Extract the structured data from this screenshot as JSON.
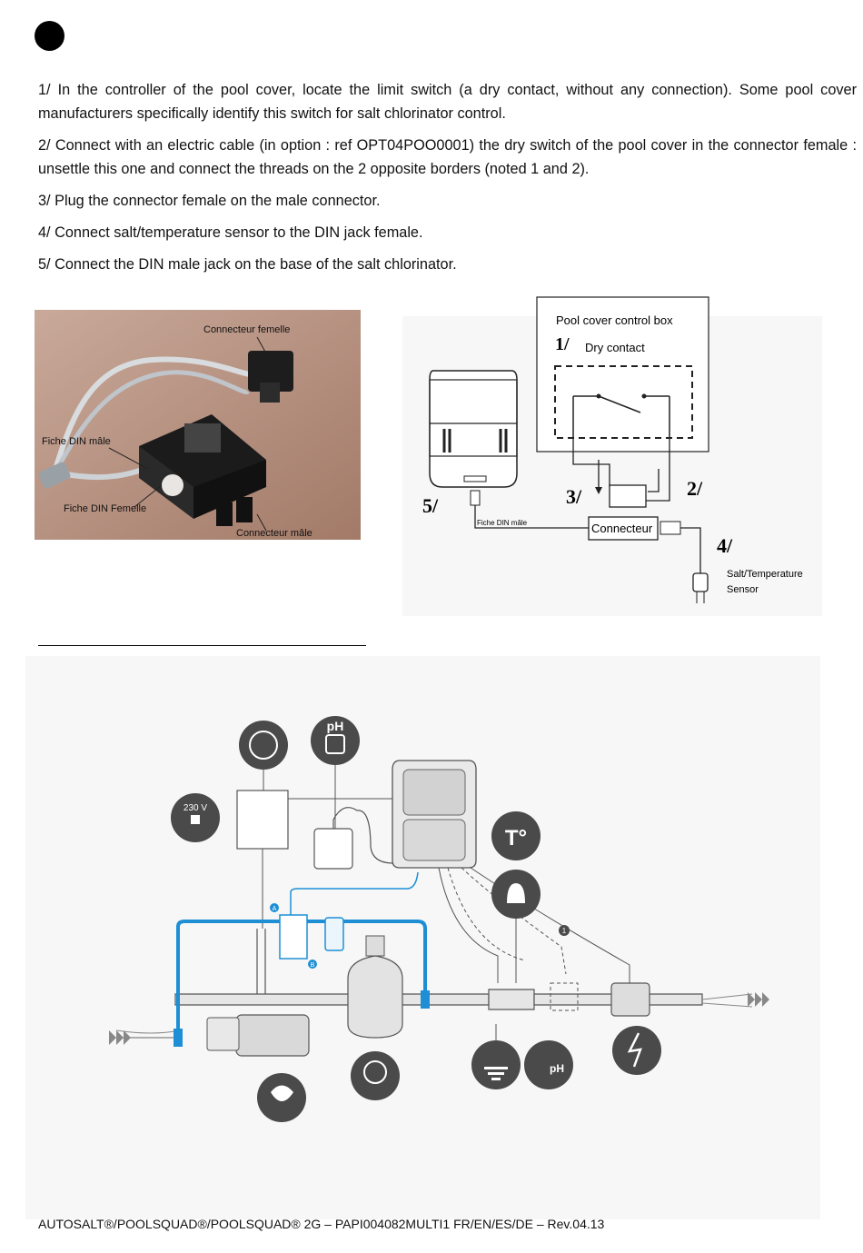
{
  "steps": [
    "1/ In the controller of the pool cover, locate the limit switch (a dry contact, without any connection). Some pool cover manufacturers specifically identify this switch for salt chlorinator control.",
    "2/ Connect with an electric cable (in option : ref OPT04POO0001) the dry switch of the pool cover in the connector female : unsettle this one and connect the threads on the 2 opposite borders (noted 1 and 2).",
    "3/ Plug the connector female on the male connector.",
    "4/ Connect salt/temperature sensor to the DIN jack female.",
    "5/ Connect the DIN male jack on the base of the salt chlorinator."
  ],
  "photo": {
    "labels": {
      "female_connector": "Connecteur femelle",
      "din_male": "Fiche DIN mâle",
      "din_female": "Fiche DIN Femelle",
      "male_connector": "Connecteur mâle"
    }
  },
  "wiring": {
    "box_title": "Pool cover control box",
    "step1": "1/",
    "dry_contact": "Dry contact",
    "step2": "2/",
    "step3": "3/",
    "step4": "4/",
    "step5": "5/",
    "connector": "Connecteur",
    "din_male": "Fiche DIN mâle",
    "sensor_line1": "Salt/Temperature",
    "sensor_line2": "Sensor"
  },
  "install": {
    "voltage": "230 V",
    "ph": "pH",
    "temp": "T°",
    "marker_a": "A",
    "marker_b": "B",
    "marker_1": "1"
  },
  "footer": "AUTOSALT®/POOLSQUAD®/POOLSQUAD® 2G – PAPI004082MULTI1 FR/EN/ES/DE –  Rev.04.13",
  "colors": {
    "accent_blue": "#1e8fd5",
    "icon_grey": "#4a4a4a"
  }
}
